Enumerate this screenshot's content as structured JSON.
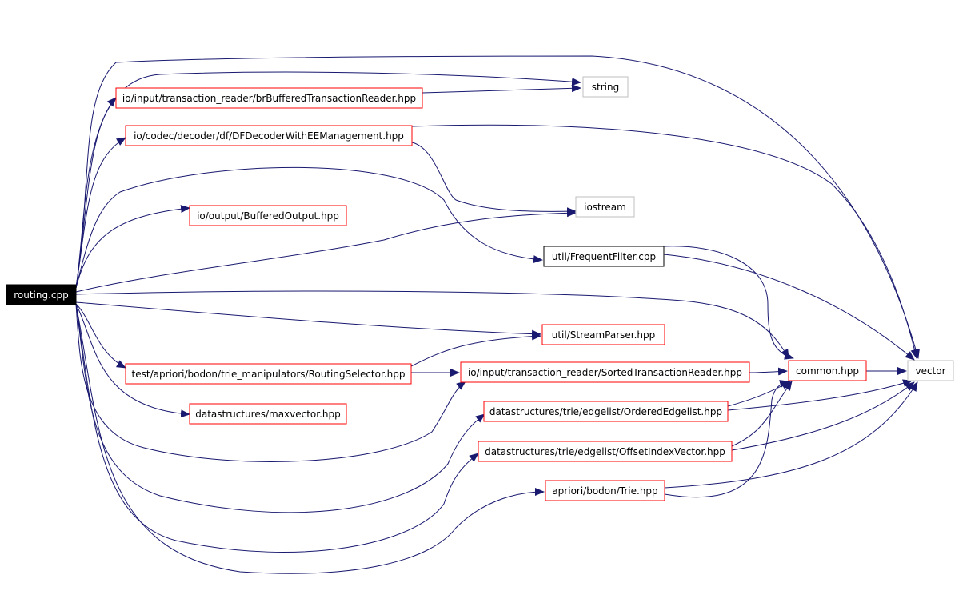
{
  "colors": {
    "edge": "#191970",
    "root_fill": "#000000",
    "root_text": "#ffffff",
    "documented_border": "#ff0000",
    "plain_border": "#000000",
    "external_border": "#bfbfbf",
    "text": "#000000",
    "background": "#ffffff"
  },
  "nodes": {
    "routing": {
      "label": "routing.cpp",
      "kind": "root"
    },
    "br_reader": {
      "label": "io/input/transaction_reader/brBufferedTransactionReader.hpp",
      "kind": "documented"
    },
    "df_decoder": {
      "label": "io/codec/decoder/df/DFDecoderWithEEManagement.hpp",
      "kind": "documented"
    },
    "buffered_output": {
      "label": "io/output/BufferedOutput.hpp",
      "kind": "documented"
    },
    "frequent_filter": {
      "label": "util/FrequentFilter.cpp",
      "kind": "plain"
    },
    "stream_parser": {
      "label": "util/StreamParser.hpp",
      "kind": "documented"
    },
    "routing_selector": {
      "label": "test/apriori/bodon/trie_manipulators/RoutingSelector.hpp",
      "kind": "documented"
    },
    "sorted_reader": {
      "label": "io/input/transaction_reader/SortedTransactionReader.hpp",
      "kind": "documented"
    },
    "maxvector": {
      "label": "datastructures/maxvector.hpp",
      "kind": "documented"
    },
    "ordered_edgelist": {
      "label": "datastructures/trie/edgelist/OrderedEdgelist.hpp",
      "kind": "documented"
    },
    "offset_index": {
      "label": "datastructures/trie/edgelist/OffsetIndexVector.hpp",
      "kind": "documented"
    },
    "trie": {
      "label": "apriori/bodon/Trie.hpp",
      "kind": "documented"
    },
    "common": {
      "label": "common.hpp",
      "kind": "documented"
    },
    "string": {
      "label": "string",
      "kind": "external"
    },
    "iostream": {
      "label": "iostream",
      "kind": "external"
    },
    "vector": {
      "label": "vector",
      "kind": "external"
    }
  }
}
